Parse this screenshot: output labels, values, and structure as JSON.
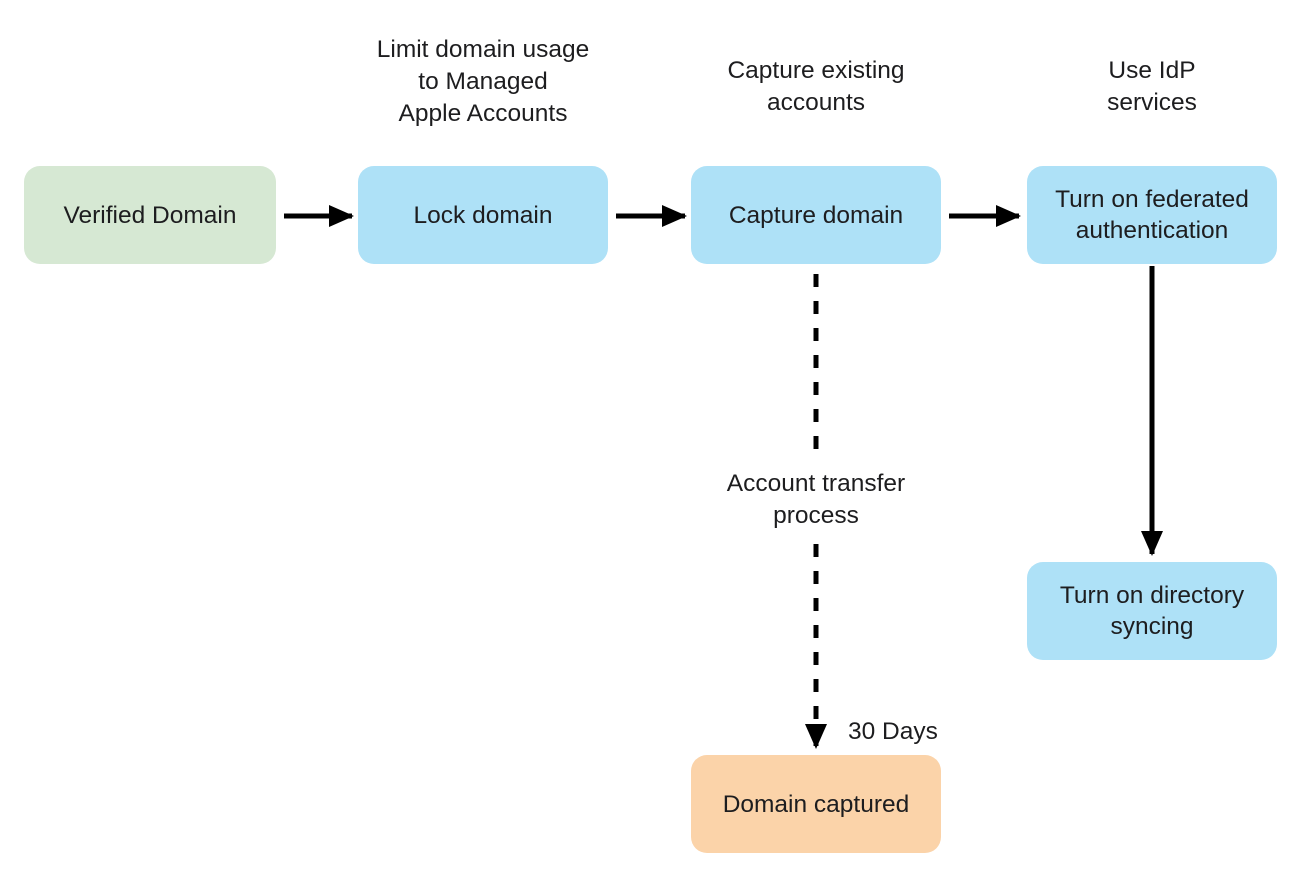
{
  "diagram": {
    "background_color": "#ffffff",
    "text_color": "#1d1d1f",
    "arrow_color": "#000000",
    "nodes": {
      "verified_domain": {
        "label": "Verified Domain",
        "fill": "#d6e8d3"
      },
      "lock_domain": {
        "label": "Lock domain",
        "fill": "#aee1f7"
      },
      "capture_domain": {
        "label": "Capture domain",
        "fill": "#aee1f7"
      },
      "federated_auth": {
        "label": "Turn on federated\nauthentication",
        "fill": "#aee1f7"
      },
      "directory_syncing": {
        "label": "Turn on directory\nsyncing",
        "fill": "#aee1f7"
      },
      "domain_captured": {
        "label": "Domain captured",
        "fill": "#fbd3a9"
      }
    },
    "annotations": {
      "limit_domain_usage": "Limit domain usage\nto Managed\nApple Accounts",
      "capture_existing": "Capture existing\naccounts",
      "use_idp": "Use IdP\nservices",
      "account_transfer": "Account transfer\nprocess",
      "thirty_days": "30 Days"
    }
  }
}
